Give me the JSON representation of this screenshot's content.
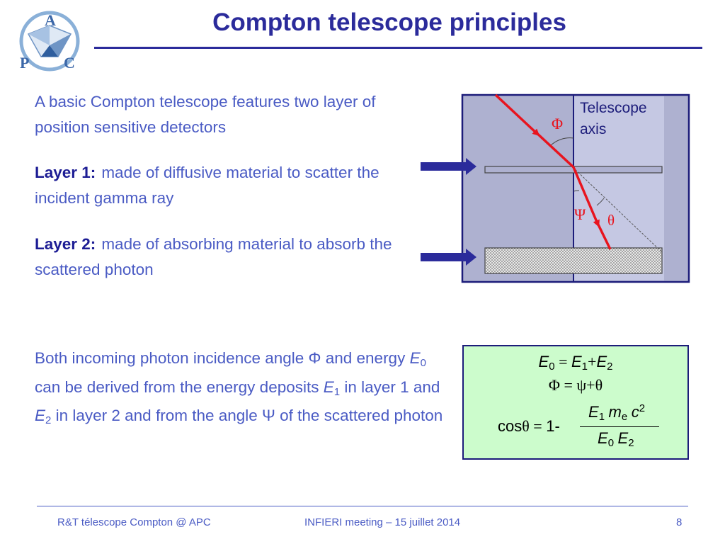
{
  "logo": {
    "letters": [
      "A",
      "P",
      "C"
    ]
  },
  "title": "Compton telescope principles",
  "intro": "A basic Compton telescope features two layer of position sensitive detectors",
  "layer1": {
    "label": "Layer 1:",
    "text": "made of diffusive material to scatter the incident gamma ray"
  },
  "layer2": {
    "label": "Layer 2:",
    "text": "made of absorbing material to absorb the scattered photon"
  },
  "both": {
    "t1": "Both incoming photon incidence angle ",
    "phi": "Φ",
    "t2": " and energy ",
    "e": "E",
    "s0": "0",
    "t3": " can be derived from the energy deposits ",
    "s1": "1",
    "t4": " in layer 1 and ",
    "s2": "2",
    "t5": " in layer 2 and from the angle ",
    "psi": "Ψ",
    "t6": " of the scattered photon"
  },
  "diagram": {
    "axis_label_line1": "Telescope",
    "axis_label_line2": "axis",
    "phi": "Φ",
    "psi": "Ψ",
    "theta": "θ"
  },
  "equations": {
    "e": "E",
    "eq": "=",
    "plus": "+",
    "s0": "0",
    "s1": "1",
    "s2": "2",
    "phi": "Φ",
    "psi": "ψ",
    "theta": "θ",
    "cos": "cos",
    "one_minus": "1-",
    "m": "m",
    "se": "e",
    "c": "c",
    "sq": "2"
  },
  "footer": {
    "left": "R&T télescope Compton @ APC",
    "center": "INFIERI meeting – 15 juillet 2014",
    "page": "8"
  },
  "colors": {
    "title": "#2b2b9b",
    "body_text": "#4a5bc4",
    "ray": "#e8141e",
    "eq_bg": "#ccfccc"
  }
}
